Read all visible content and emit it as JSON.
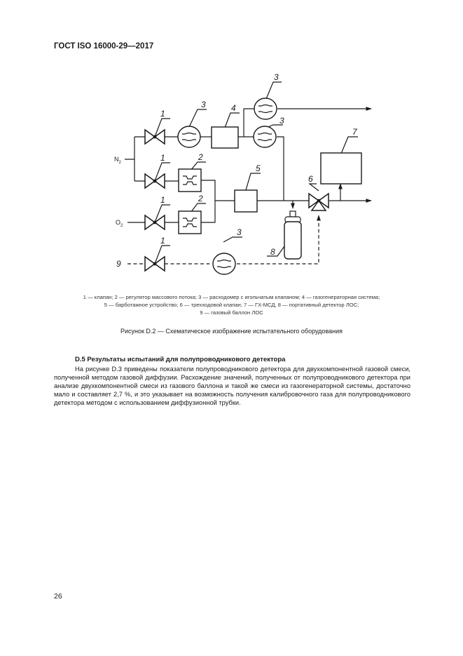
{
  "header": {
    "title": "ГОСТ ISO 16000-29—2017"
  },
  "figure": {
    "inlet_n2": {
      "base": "N",
      "sub": "2"
    },
    "inlet_o2": {
      "base": "O",
      "sub": "2"
    },
    "component_labels": {
      "valve": "1",
      "regulator": "2",
      "flowmeter": "3",
      "gas_generator": "4",
      "bubbler": "5",
      "three_way_valve": "6",
      "gc_msd": "7",
      "portable_detector": "8",
      "gas_cylinder": "9"
    },
    "legend_lines": [
      "1 — клапан; 2 — регулятор массового потока; 3 — расходомер с игольчатым клапаном; 4 — газогенераторная система;",
      "5 — барботажное устройство; 6 — трехходовой клапан; 7 — ГХ-МСД, 8 — портативный детектор ЛОС;",
      "9 — газовый баллон ЛОС"
    ],
    "caption": "Рисунок D.2 — Схематическое изображение испытательного оборудования"
  },
  "section": {
    "title": "D.5 Результаты испытаний для полупроводникового детектора",
    "paragraphs": [
      "На рисунке D.3 приведены показатели полупроводникового детектора для двухкомпонентной газовой смеси, полученной методом газовой диффузии. Расхождение значений, полученных от полупроводникового детектора при анализе двухкомпонентной смеси из газового баллона и такой же смеси из газогенераторной системы, достаточно мало и составляет 2,7 %, и это указывает на возможность получения калибровочного газа для полупроводникового детектора методом с использованием диффузионной трубки."
    ]
  },
  "footer": {
    "page_number": "26"
  }
}
